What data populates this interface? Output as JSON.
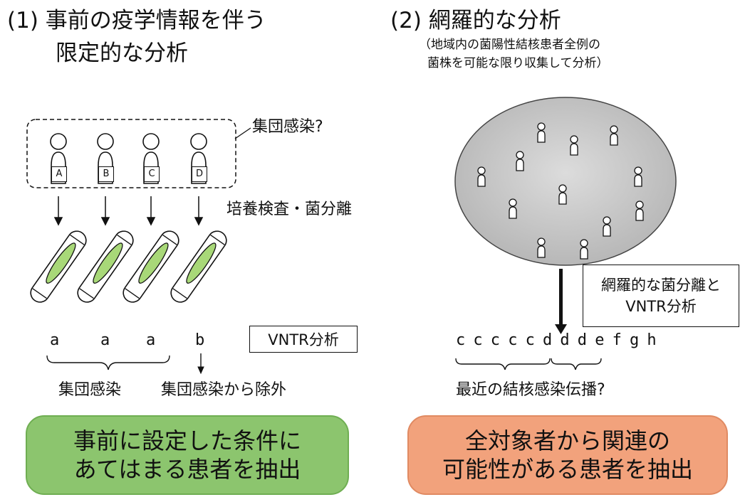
{
  "left": {
    "title_line1": "(1) 事前の疫学情報を伴う",
    "title_line2": "限定的な分析",
    "group_label": "集団感染?",
    "patients": [
      "A",
      "B",
      "C",
      "D"
    ],
    "culture_label": "培養検査・菌分離",
    "vntr_results": [
      "a",
      "a",
      "a",
      "b"
    ],
    "vntr_label": "VNTR分析",
    "cluster_label": "集団感染",
    "excluded_label": "集団感染から除外",
    "conclusion_line1": "事前に設定した条件に",
    "conclusion_line2": "あてはまる患者を抽出",
    "colors": {
      "conclusion_fill": "#8cc56e",
      "conclusion_border": "#6fae52",
      "tube_fill": "#a8d878"
    }
  },
  "right": {
    "title": "(2) 網羅的な分析",
    "subtitle_line1": "（地域内の菌陽性結核患者全例の",
    "subtitle_line2": "菌株を可能な限り収集して分析）",
    "analysis_line1": "網羅的な菌分離と",
    "analysis_line2": "VNTR分析",
    "vntr_results": [
      "c",
      "c",
      "c",
      "c",
      "c",
      "d",
      "d",
      "d",
      "e",
      "f",
      "g",
      "h"
    ],
    "transmission_label": "最近の結核感染伝播?",
    "conclusion_line1": "全対象者から関連の",
    "conclusion_line2": "可能性がある患者を抽出",
    "colors": {
      "population_fill": "#c8c8c8",
      "conclusion_fill": "#f2a27c",
      "conclusion_border": "#e08a62"
    }
  }
}
